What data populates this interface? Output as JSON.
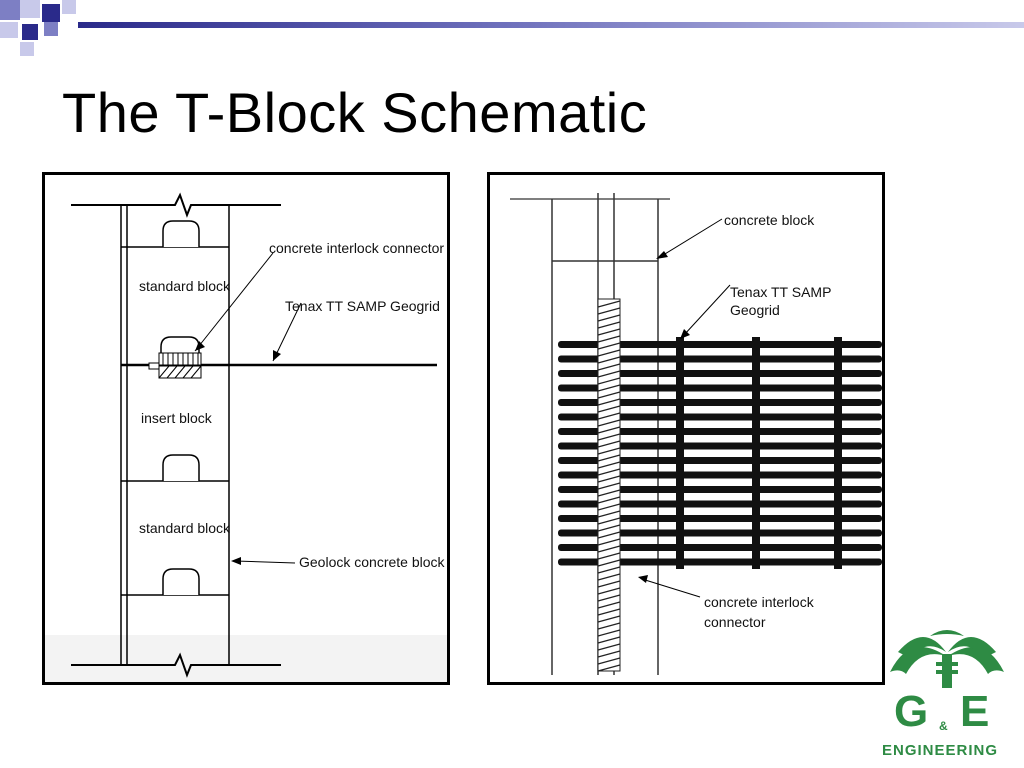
{
  "slide": {
    "title": "The T-Block Schematic"
  },
  "left_diagram": {
    "labels": {
      "connector": "concrete interlock connector",
      "standard_top": "standard block",
      "geogrid": "Tenax TT SAMP Geogrid",
      "insert": "insert block",
      "standard_bottom": "standard block",
      "geolock": "Geolock concrete block"
    }
  },
  "right_diagram": {
    "labels": {
      "block": "concrete block",
      "geogrid_line1": "Tenax TT SAMP",
      "geogrid_line2": "Geogrid",
      "connector_line1": "concrete interlock",
      "connector_line2": "connector"
    }
  },
  "logo": {
    "letter_g": "G",
    "ampersand": "&",
    "letter_e": "E",
    "tagline": "ENGINEERING"
  },
  "colors": {
    "accent_dark": "#2a2a8a",
    "accent_mid": "#7d7fc4",
    "accent_light": "#c8c9ea",
    "logo_green": "#2e8b44"
  }
}
